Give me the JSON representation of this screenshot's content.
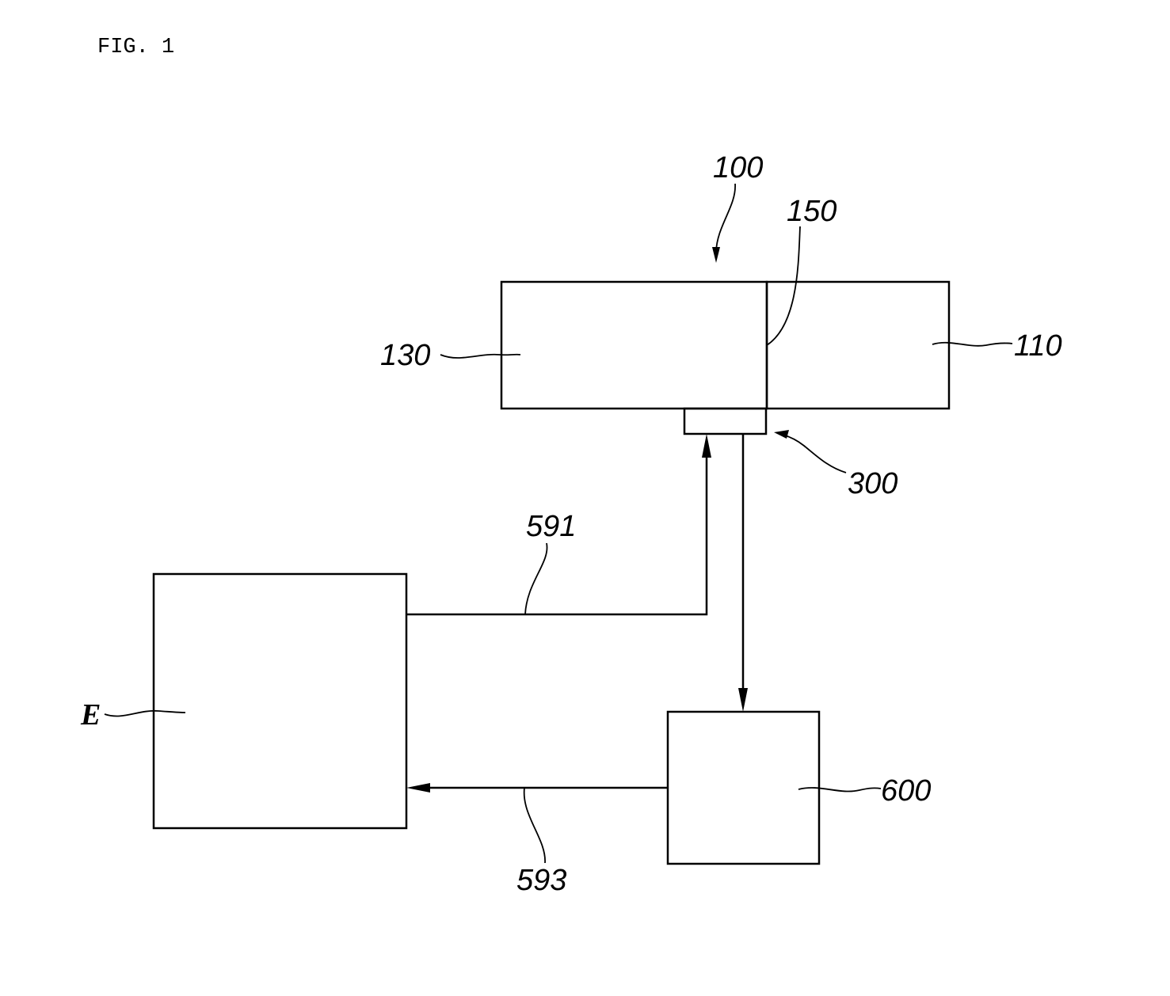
{
  "figure": {
    "title": "FIG. 1",
    "labels": {
      "ref_100": "100",
      "ref_150": "150",
      "ref_130": "130",
      "ref_110": "110",
      "ref_300": "300",
      "ref_591": "591",
      "ref_593": "593",
      "ref_600": "600",
      "ref_e": "E"
    }
  }
}
